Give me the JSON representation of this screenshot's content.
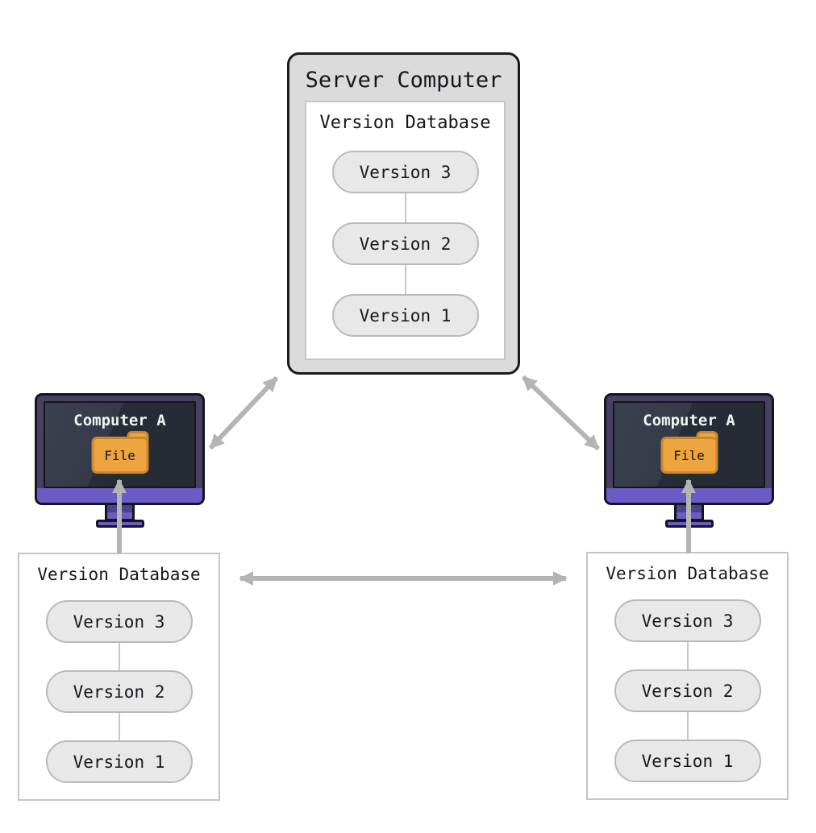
{
  "server": {
    "title": "Server Computer",
    "database": {
      "title": "Version Database",
      "versions": [
        "Version 3",
        "Version 2",
        "Version 1"
      ]
    }
  },
  "computers": {
    "left": {
      "label": "Computer A",
      "file_label": "File"
    },
    "right": {
      "label": "Computer A",
      "file_label": "File"
    }
  },
  "databases": {
    "left": {
      "title": "Version Database",
      "versions": [
        "Version 3",
        "Version 2",
        "Version 1"
      ]
    },
    "right": {
      "title": "Version Database",
      "versions": [
        "Version 3",
        "Version 2",
        "Version 1"
      ]
    }
  },
  "colors": {
    "arrow": "#b4b4b4",
    "server_box_fill": "#dbdbdb",
    "pill_fill": "#e8e8e8",
    "pill_border": "#b9b9b9",
    "monitor_purple": "#6b5bc4",
    "bezel_purple": "#474063",
    "screen_dark": "#2a2f3a",
    "folder_orange": "#eea43f",
    "folder_border": "#c8882e"
  }
}
